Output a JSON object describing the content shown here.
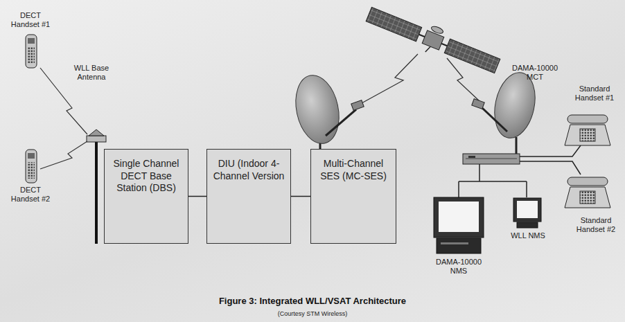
{
  "diagram": {
    "caption": "Figure 3: Integrated WLL/VSAT Architecture",
    "nodes": [
      {
        "text": [
          "Single Channel DECT Base Station (DBS)"
        ]
      },
      {
        "text": [
          "DIU (Indoor 4-Channel Version"
        ]
      },
      {
        "text": [
          "Multi-Channel SES (MC-SES)"
        ]
      }
    ],
    "edges": [
      {
        "from": 0,
        "to": 1,
        "arrow": "none"
      },
      {
        "from": 1,
        "to": 2,
        "arrow": "none"
      }
    ],
    "labels": [
      "DECT Handset #1",
      "WLL Base Antenna",
      "DECT Handset #2",
      "DAMA-10000 MCT",
      "Standard Handset #1",
      "Standard Handset #2",
      "DAMA-10000 NMS",
      "WLL NMS",
      "(Courtesy STM Wireless)"
    ]
  }
}
